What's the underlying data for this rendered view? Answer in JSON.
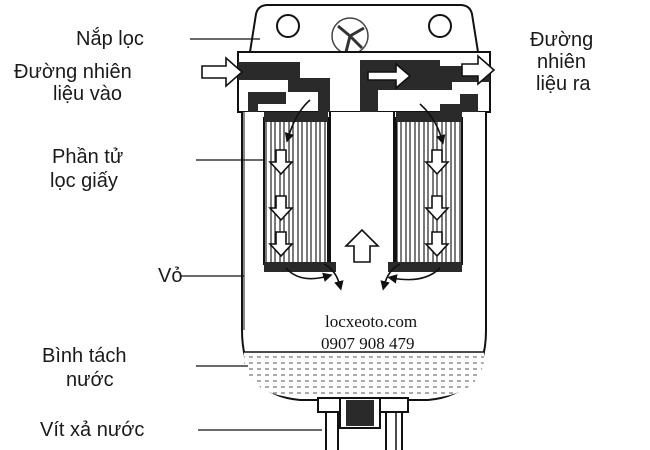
{
  "labels": {
    "filter_cap": "Nắp lọc",
    "fuel_in_line1": "Đường nhiên",
    "fuel_in_line2": "liệu vào",
    "fuel_out_line1": "Đường",
    "fuel_out_line2": "nhiên",
    "fuel_out_line3": "liệu ra",
    "paper_element_line1": "Phần tử",
    "paper_element_line2": "lọc giấy",
    "housing": "Vỏ",
    "water_separator_line1": "Bình tách",
    "water_separator_line2": "nước",
    "drain_screw": "Vít xả nước"
  },
  "watermark": {
    "site": "locxeoto.com",
    "phone": "0907 908 479"
  },
  "colors": {
    "outline": "#111111",
    "cap_dark": "#2a2a2a",
    "background": "#ffffff"
  }
}
